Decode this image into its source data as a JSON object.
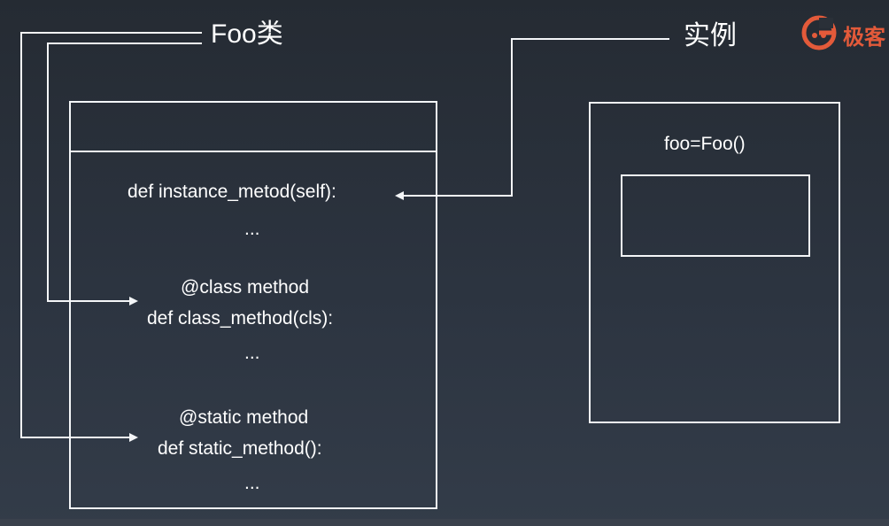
{
  "diagram": {
    "class_title": "Foo类",
    "instance_title": "实例",
    "instance_box": {
      "expr": "foo=Foo()"
    },
    "class_box": {
      "instance_method": "def instance_metod(self):",
      "ellipsis1": "...",
      "class_decorator": "@class method",
      "class_method": "def class_method(cls):",
      "ellipsis2": "...",
      "static_decorator": "@static method",
      "static_method": "def static_method():",
      "ellipsis3": "..."
    }
  },
  "brand": {
    "logo_text": "极客",
    "logo_icon": "geek-time-logo-icon",
    "accent_color": "#e35a3a"
  },
  "colors": {
    "line": "#f4f6f8",
    "background_top": "#252b33",
    "background_bottom": "#333c49"
  }
}
